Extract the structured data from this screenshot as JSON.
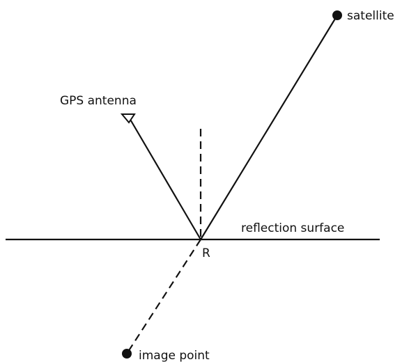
{
  "labels": {
    "satellite": "satellite",
    "antenna": "GPS antenna",
    "surface": "reflection surface",
    "reflection_point": "R",
    "image_point": "image point"
  },
  "colors": {
    "stroke": "#111111",
    "background": "#ffffff"
  }
}
